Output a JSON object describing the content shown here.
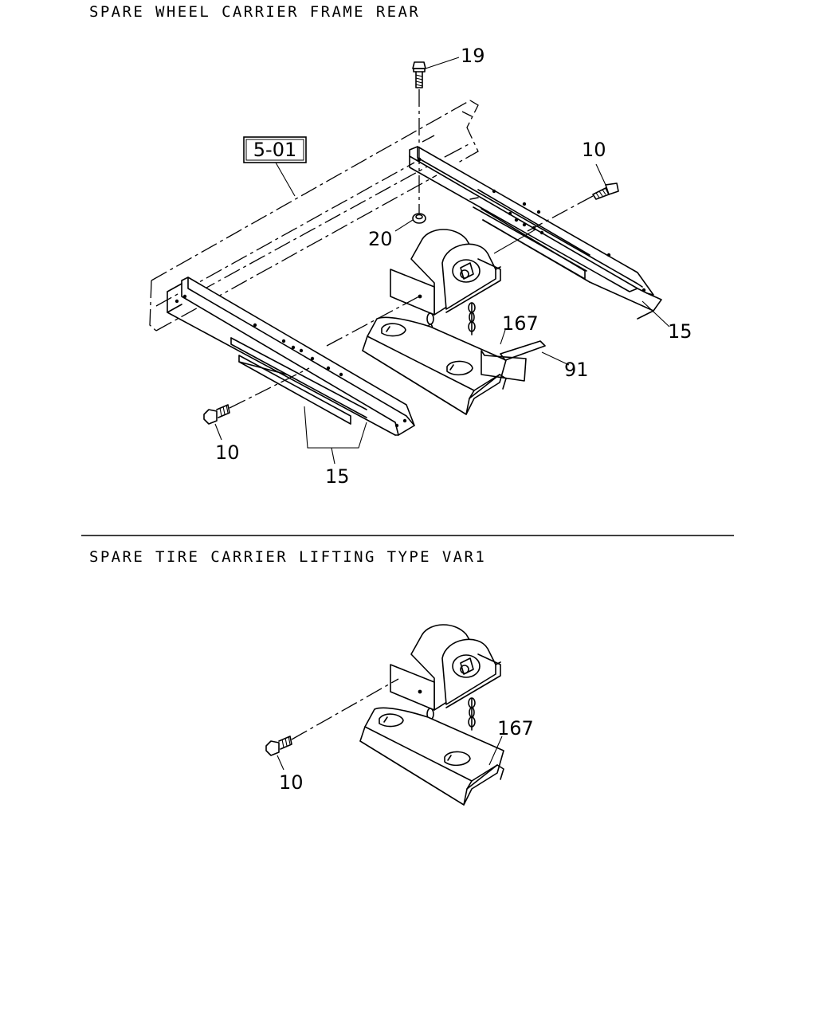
{
  "sections": [
    {
      "title": "SPARE WHEEL CARRIER FRAME REAR",
      "ref_box": "5-01",
      "callouts": [
        {
          "id": "19",
          "part": "bolt"
        },
        {
          "id": "10",
          "part": "bolt-right"
        },
        {
          "id": "20",
          "part": "nut"
        },
        {
          "id": "15",
          "part": "bracket-right"
        },
        {
          "id": "167",
          "part": "carrier-plate"
        },
        {
          "id": "91",
          "part": "shim"
        },
        {
          "id": "10",
          "part": "bolt-left"
        },
        {
          "id": "15",
          "part": "bracket-left"
        }
      ]
    },
    {
      "title": "SPARE TIRE CARRIER LIFTING TYPE VAR1",
      "callouts": [
        {
          "id": "167",
          "part": "carrier-plate"
        },
        {
          "id": "10",
          "part": "bolt"
        }
      ]
    }
  ]
}
